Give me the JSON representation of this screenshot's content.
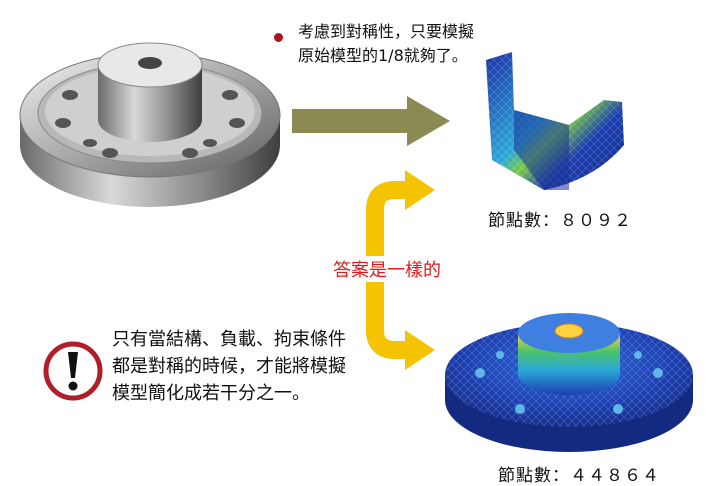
{
  "note": "考慮到對稱性，只要模擬原始模型的1/8就夠了。",
  "nodes_small": "節點數：８０９２",
  "same_label": "答案是一樣的",
  "warning": "只有當結構、負載、拘束條件都是對稱的時候，才能將模擬模型簡化成若干分之一。",
  "nodes_large": "節點數：４４８６４",
  "colors": {
    "arrow_olive": "#8b8a52",
    "arrow_yellow": "#f5c400",
    "bullet_red": "#b0121b",
    "label_red": "#e01b1b",
    "mesh_blue": "#1c3fb0"
  }
}
